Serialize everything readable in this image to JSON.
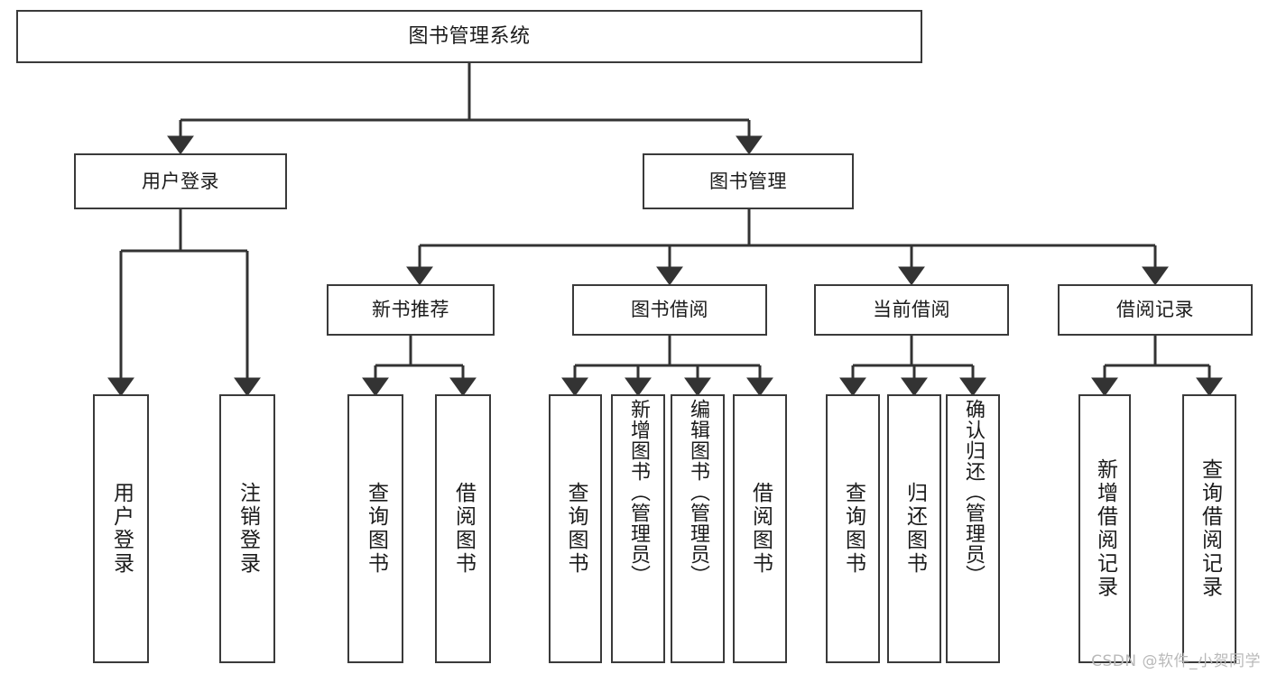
{
  "diagram": {
    "title": "图书管理系统",
    "type": "tree",
    "watermark": "CSDN @软件_小贺同学",
    "colors": {
      "box_border": "#3a3a3a",
      "box_fill": "#ffffff",
      "edge": "#333333",
      "text": "#1b1b1b",
      "watermark": "#b9b9b9",
      "background": "#ffffff"
    },
    "nodes": {
      "root": {
        "label": "图书管理系统",
        "level": 1
      },
      "user_login": {
        "label": "用户登录",
        "level": 2
      },
      "book_manage": {
        "label": "图书管理",
        "level": 2
      },
      "new_book_rec": {
        "label": "新书推荐",
        "level": 3
      },
      "book_borrow": {
        "label": "图书借阅",
        "level": 3
      },
      "current_borrow": {
        "label": "当前借阅",
        "level": 3
      },
      "borrow_record": {
        "label": "借阅记录",
        "level": 3
      },
      "leaf_user_login": {
        "label": "用户登录",
        "level": 3
      },
      "leaf_logout": {
        "label": "注销登录",
        "level": 3
      },
      "leaf_query_book_1": {
        "label": "查询图书",
        "level": 4
      },
      "leaf_borrow_book_1": {
        "label": "借阅图书",
        "level": 4
      },
      "leaf_query_book_2": {
        "label": "查询图书",
        "level": 4
      },
      "leaf_add_book": {
        "label": "新增图书（管理员）",
        "level": 4
      },
      "leaf_edit_book": {
        "label": "编辑图书（管理员）",
        "level": 4
      },
      "leaf_borrow_book_2": {
        "label": "借阅图书",
        "level": 4
      },
      "leaf_query_book_3": {
        "label": "查询图书",
        "level": 4
      },
      "leaf_return_book": {
        "label": "归还图书",
        "level": 4
      },
      "leaf_confirm_return": {
        "label": "确认归还（管理员）",
        "level": 4
      },
      "leaf_add_record": {
        "label": "新增借阅记录",
        "level": 4
      },
      "leaf_query_record": {
        "label": "查询借阅记录",
        "level": 4
      }
    }
  }
}
